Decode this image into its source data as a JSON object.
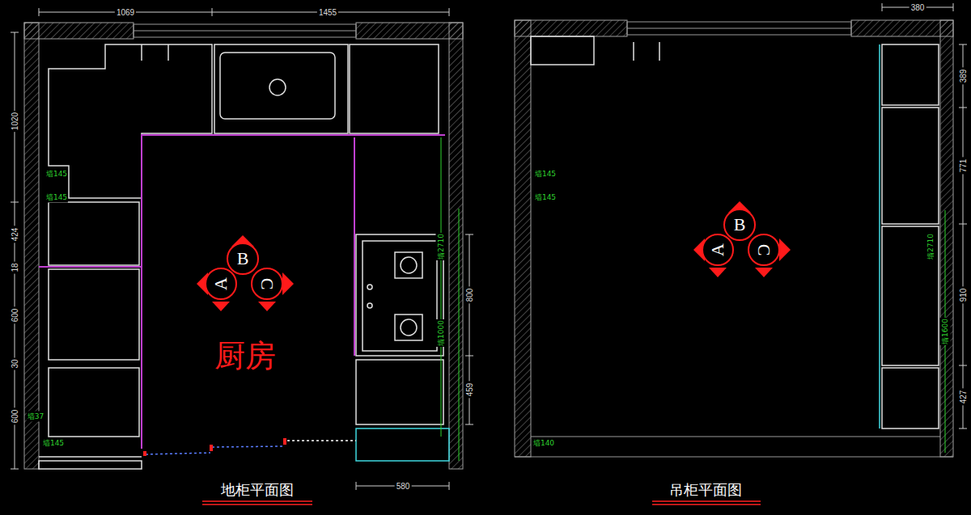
{
  "diagram": {
    "nodes": [
      {
        "text": [
          "B"
        ]
      },
      {
        "text": [
          "A"
        ]
      },
      {
        "text": [
          "C"
        ]
      },
      {
        "text": [
          "B"
        ]
      },
      {
        "text": [
          "A"
        ]
      },
      {
        "text": [
          "C"
        ]
      }
    ],
    "labels": [
      "1069",
      "1455",
      "1020",
      "424",
      "18",
      "600",
      "30",
      "600",
      "800",
      "459",
      "580",
      "厨房",
      "地柜平面图",
      "380",
      "389",
      "771",
      "910",
      "427",
      "吊柜平面图",
      "墙145",
      "墙145",
      "墙37",
      "墙145",
      "墙2710",
      "墙1000",
      "墙145",
      "墙145",
      "墙2710",
      "墙1600",
      "墙140"
    ]
  }
}
